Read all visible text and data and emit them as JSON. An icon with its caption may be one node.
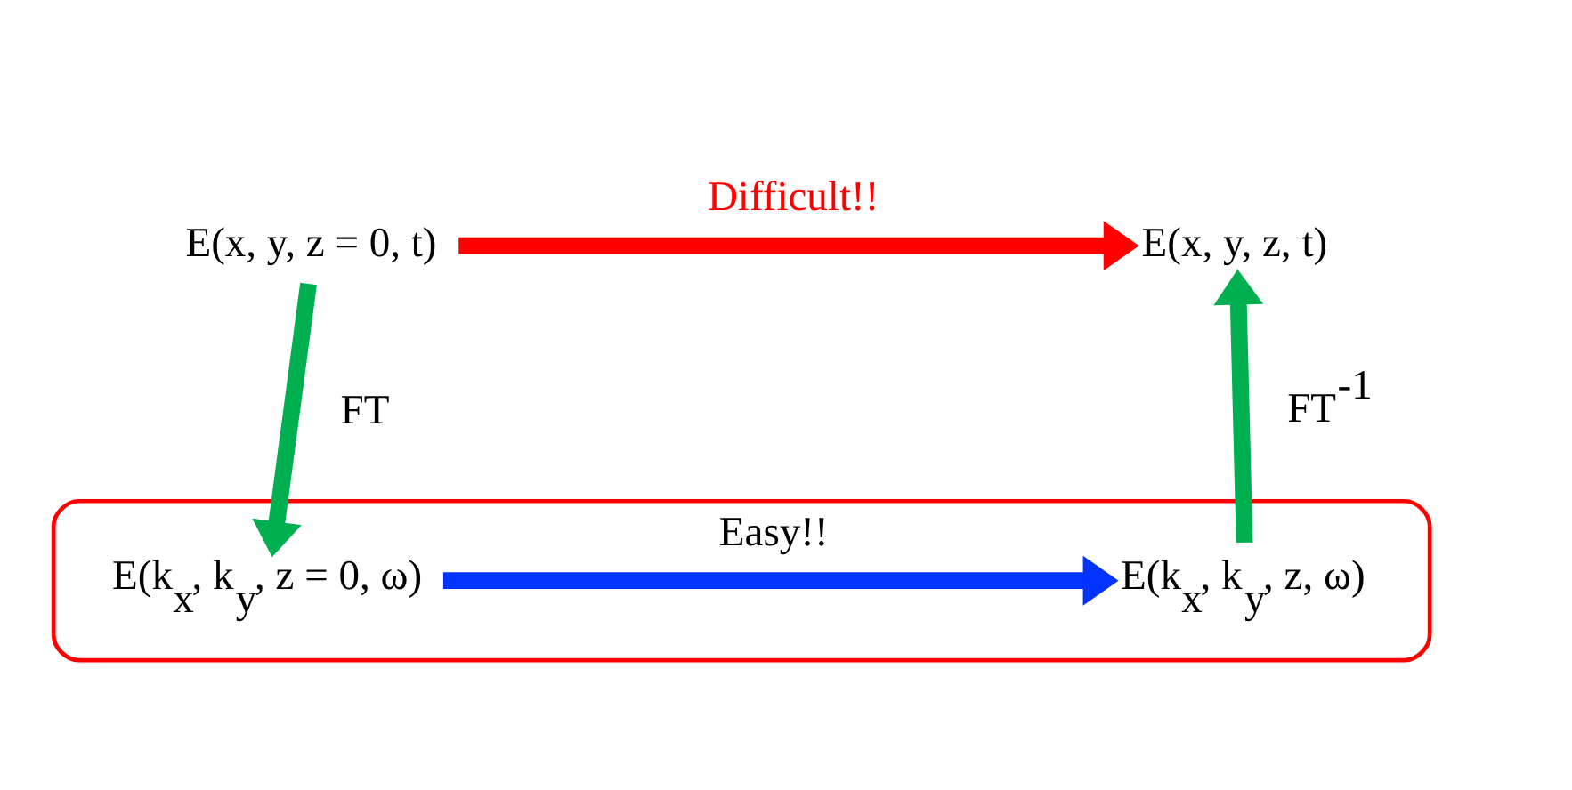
{
  "diagram": {
    "nodes": [
      {
        "text": [
          "E(x, y, z = 0, t)"
        ]
      },
      {
        "text": [
          "E(x, y, z, t)"
        ]
      },
      {
        "text": [],
        "shape": "box"
      },
      {
        "text": [
          "E(k$_{x}$, k$_{y}$, z = 0, ω)"
        ],
        "in": 2
      },
      {
        "text": [
          "E(k$_{x}$, k$_{y}$, z, ω)"
        ],
        "in": 2
      }
    ],
    "edges": [
      {
        "from": 0,
        "to": 1,
        "arrow": "to",
        "label": "Difficult!!",
        "color": "#ff0000"
      },
      {
        "from": 0,
        "to": 3,
        "arrow": "to",
        "label": "FT"
      },
      {
        "from": 3,
        "to": 4,
        "arrow": "to",
        "label": "Easy!!",
        "color": "#0033ff"
      },
      {
        "from": 4,
        "to": 1,
        "arrow": "to",
        "label": "FT$^{-1}$"
      }
    ]
  }
}
